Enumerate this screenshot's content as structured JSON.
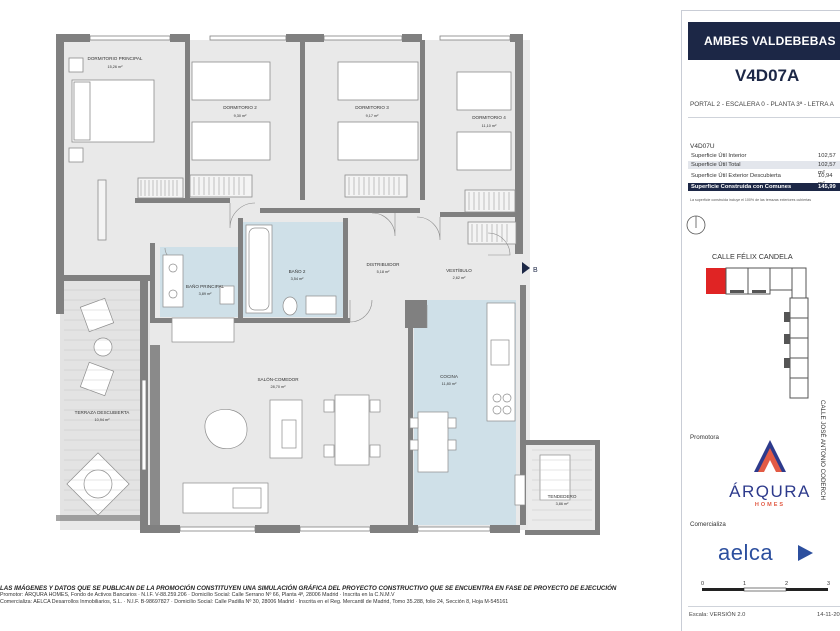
{
  "plan": {
    "rooms": {
      "dormitorio_principal": {
        "name": "DORMITORIO PRINCIPAL",
        "area": "15,26 m²"
      },
      "dormitorio_2": {
        "name": "DORMITORIO 2",
        "area": "9,30 m²"
      },
      "dormitorio_3": {
        "name": "DORMITORIO 3",
        "area": "9,17 m²"
      },
      "dormitorio_4": {
        "name": "DORMITORIO 4",
        "area": "11,10 m²"
      },
      "bano_principal": {
        "name": "BAÑO PRINCIPAL",
        "area": "3,89 m²"
      },
      "bano_2": {
        "name": "BAÑO 2",
        "area": "3,54 m²"
      },
      "distribuidor": {
        "name": "DISTRIBUIDOR",
        "area": "5,18 m²"
      },
      "vestibulo": {
        "name": "VESTÍBULO",
        "area": "2,62 m²"
      },
      "salon_comedor": {
        "name": "SALÓN-COMEDOR",
        "area": "28,70 m²"
      },
      "cocina": {
        "name": "COCINA",
        "area": "11,80 m²"
      },
      "terraza": {
        "name": "TERRAZA DESCUBIERTA",
        "area": "10,94 m²"
      },
      "tendedero": {
        "name": "TENDEDERO",
        "area": "3,86 m²"
      }
    },
    "entrance_marker": "B"
  },
  "disclaimer": {
    "line1": "LAS IMÁGENES Y DATOS QUE SE PUBLICAN DE LA PROMOCIÓN CONSTITUYEN UNA SIMULACIÓN GRÁFICA DEL PROYECTO CONSTRUCTIVO QUE SE ENCUENTRA EN FASE DE PROYECTO DE EJECUCIÓN",
    "line2": "Promotor: ÁRQURA HOMES, Fondo de Activos Bancarios · N.I.F. V-88.259.206 · Domicilio Social: Calle Serrano Nº 66, Planta 4ª, 28006 Madrid · Inscrita en la C.N.M.V",
    "line3": "Comercializa: AELCA Desarrollos Inmobiliarios, S.L. · N.I.F. B-98697827 · Domicilio Social: Calle Padilla Nº 30, 28006 Madrid · Inscrita en el Reg. Mercantil de Madrid, Tomo 35.288, folio 24, Sección 8, Hoja M-545161"
  },
  "panel": {
    "promotion": "AMBES VALDEBEBAS",
    "unit_code": "V4D07A",
    "location": "PORTAL 2 - ESCALERA 0 - PLANTA 3ª - LETRA A",
    "surfaces": {
      "title": "V4D07U",
      "rows": [
        {
          "label": "Superficie Útil Interior",
          "value": "102,57 m²"
        },
        {
          "label": "Superficie Útil Total",
          "value": "102,57 m²"
        },
        {
          "label": "Superficie Útil Exterior Descubierta",
          "value": "10,94 m²"
        },
        {
          "label": "Superficie Construida con Comunes",
          "value": "145,99 m²"
        }
      ],
      "note": "La superficie construida incluye el 100% de las terrazas exteriores cubiertas"
    },
    "street_top": "CALLE FÉLIX CANDELA",
    "street_side": "CALLE JOSÉ ANTONIO CODERCH",
    "promoter_label": "Promotora",
    "promoter_name": "ÁRQURA",
    "promoter_sub": "HOMES",
    "marketer_label": "Comercializa",
    "marketer_name": "aelca",
    "scale_ticks": [
      "0",
      "1",
      "2",
      "3"
    ],
    "scale_text": "Escala: VERSIÓN 2.0",
    "date": "14-11-20"
  },
  "colors": {
    "wall": "#808080",
    "floor": "#e9e9e9",
    "wet": "#cfe0e8",
    "navy": "#1c2746",
    "unit_highlight": "#e02424",
    "arqura_blue": "#2d3a8c",
    "arqura_red": "#e25b45",
    "aelca_blue": "#2c4f9e"
  }
}
